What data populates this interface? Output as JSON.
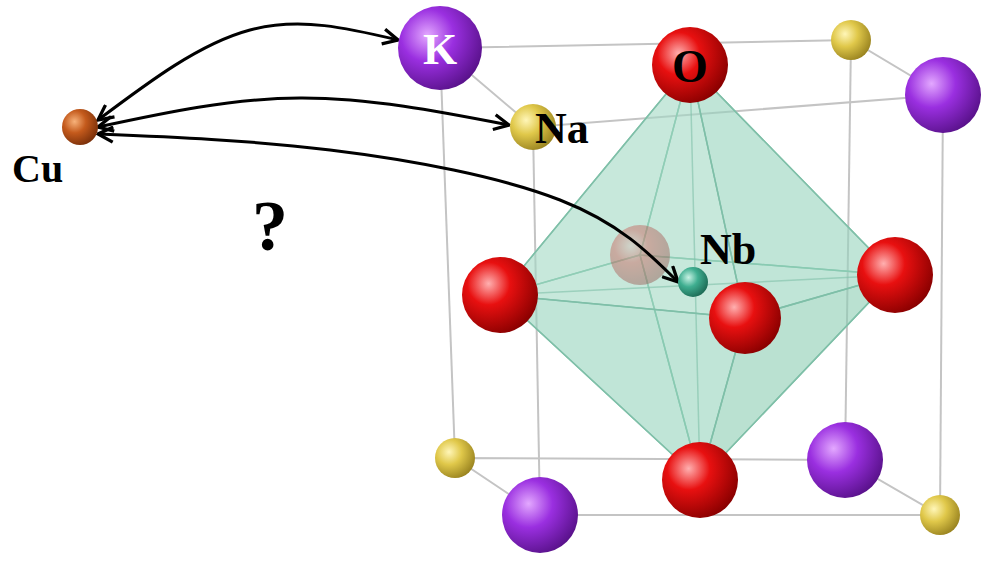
{
  "diagram": {
    "nodes": [
      {
        "text": [
          "Cu"
        ]
      },
      {
        "text": [
          "K"
        ]
      },
      {
        "text": [
          "Na"
        ]
      },
      {
        "text": [
          "O"
        ]
      },
      {
        "text": [
          "Nb"
        ]
      }
    ],
    "edges": [
      {
        "from": 0,
        "to": 1,
        "arrow": "both"
      },
      {
        "from": 0,
        "to": 2,
        "arrow": "both"
      },
      {
        "from": 0,
        "to": 4,
        "arrow": "both",
        "label": "?"
      }
    ]
  }
}
